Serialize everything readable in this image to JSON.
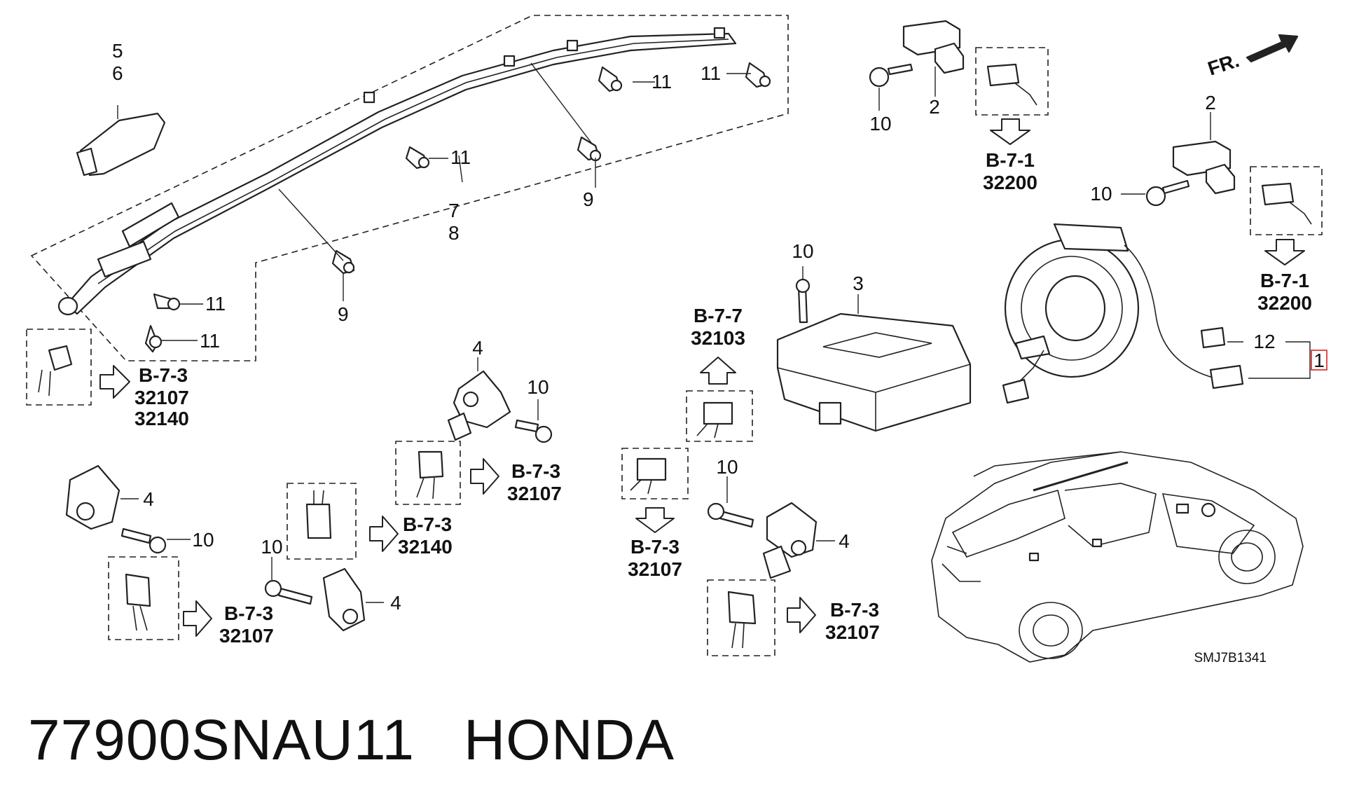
{
  "diagram": {
    "diagram_code": "SMJ7B1341",
    "front_indicator": "FR.",
    "callouts": {
      "n1": "1",
      "n2": "2",
      "n3": "3",
      "n4": "4",
      "n5": "5",
      "n6": "6",
      "n7": "7",
      "n8": "8",
      "n9": "9",
      "n10": "10",
      "n11": "11",
      "n12": "12"
    },
    "references": {
      "b71": "B-7-1",
      "b73": "B-7-3",
      "b77": "B-7-7",
      "p32200": "32200",
      "p32107": "32107",
      "p32140": "32140",
      "p32103": "32103"
    }
  },
  "footer": {
    "part_number": "77900SNAU11",
    "brand": "HONDA"
  }
}
